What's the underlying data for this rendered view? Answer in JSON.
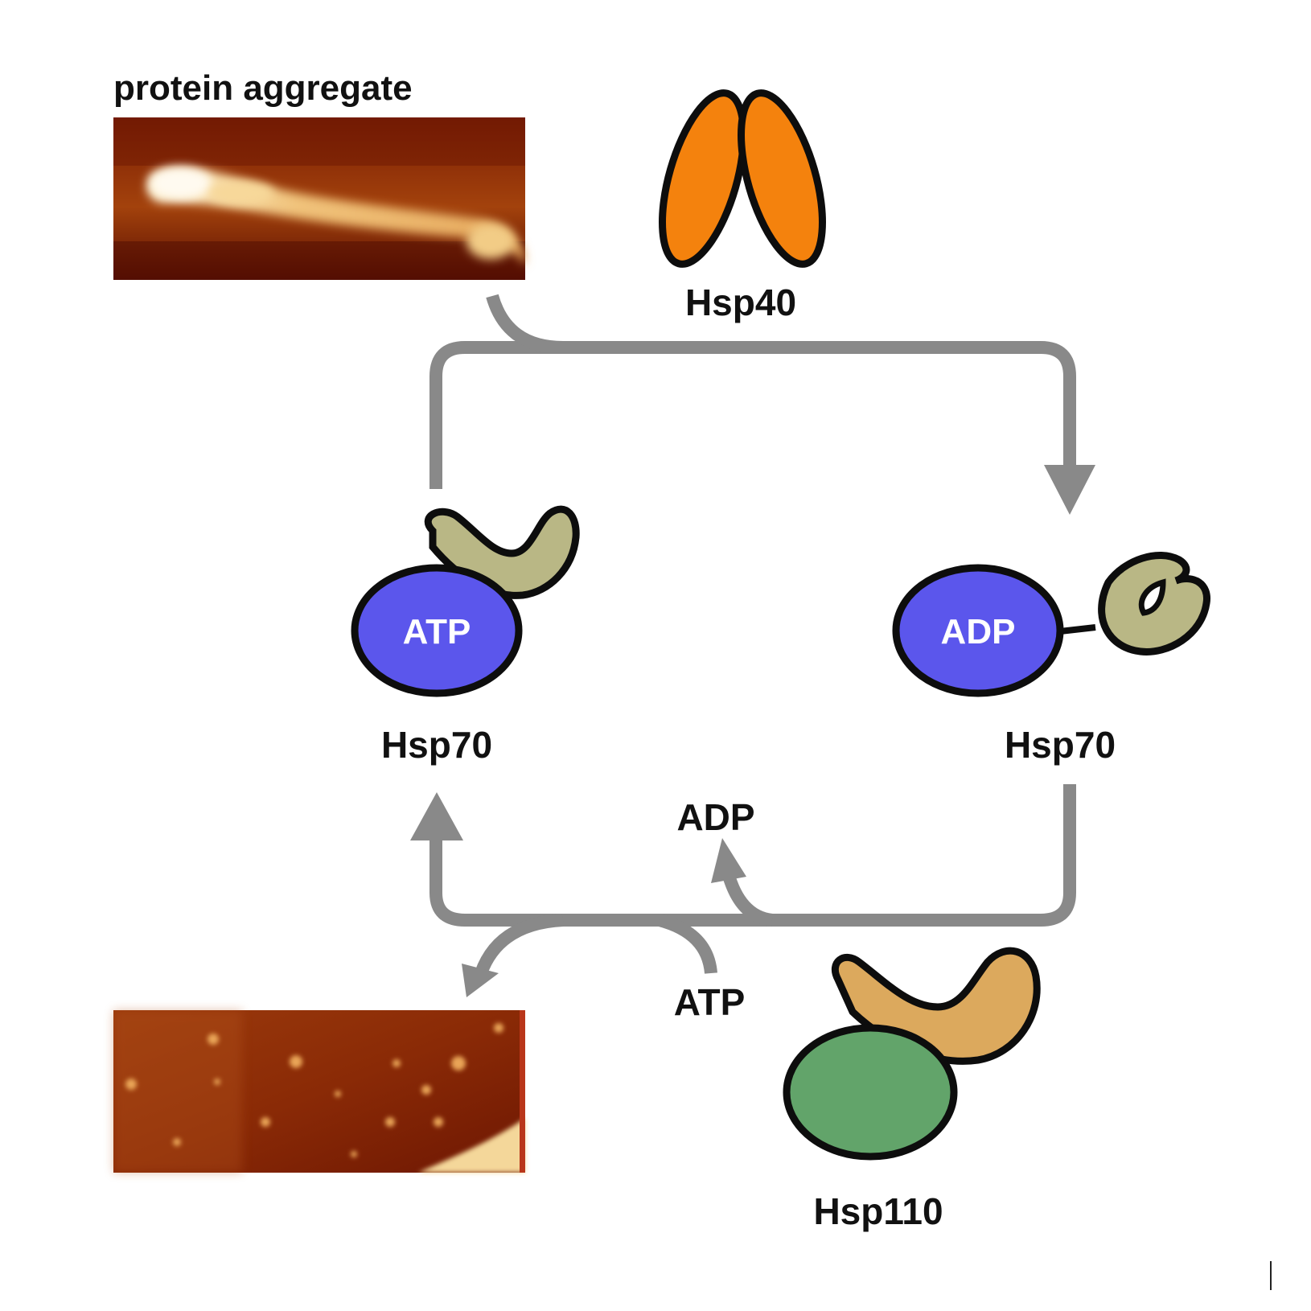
{
  "labels": {
    "protein_aggregate": "protein aggregate",
    "hsp40": "Hsp40",
    "hsp70_left": "Hsp70",
    "hsp70_right": "Hsp70",
    "hsp110": "Hsp110",
    "atp_in_left": "ATP",
    "adp_in_right": "ADP",
    "adp_released": "ADP",
    "atp_input": "ATP"
  },
  "colors": {
    "arrow": "#898989",
    "hsp40": "#f4820d",
    "hsp70_nbd": "#5b56ec",
    "hsp70_sbd": "#b9b785",
    "hsp110_nbd": "#62a46a",
    "hsp110_sbd": "#dca95d",
    "outline": "#0d0d0d",
    "afm_dark": "#5a0f02",
    "afm_bright": "#ffe7b0"
  },
  "images": {
    "top": "afm-image-fibrillar-aggregate",
    "bottom": "afm-image-disaggregated-particles"
  }
}
